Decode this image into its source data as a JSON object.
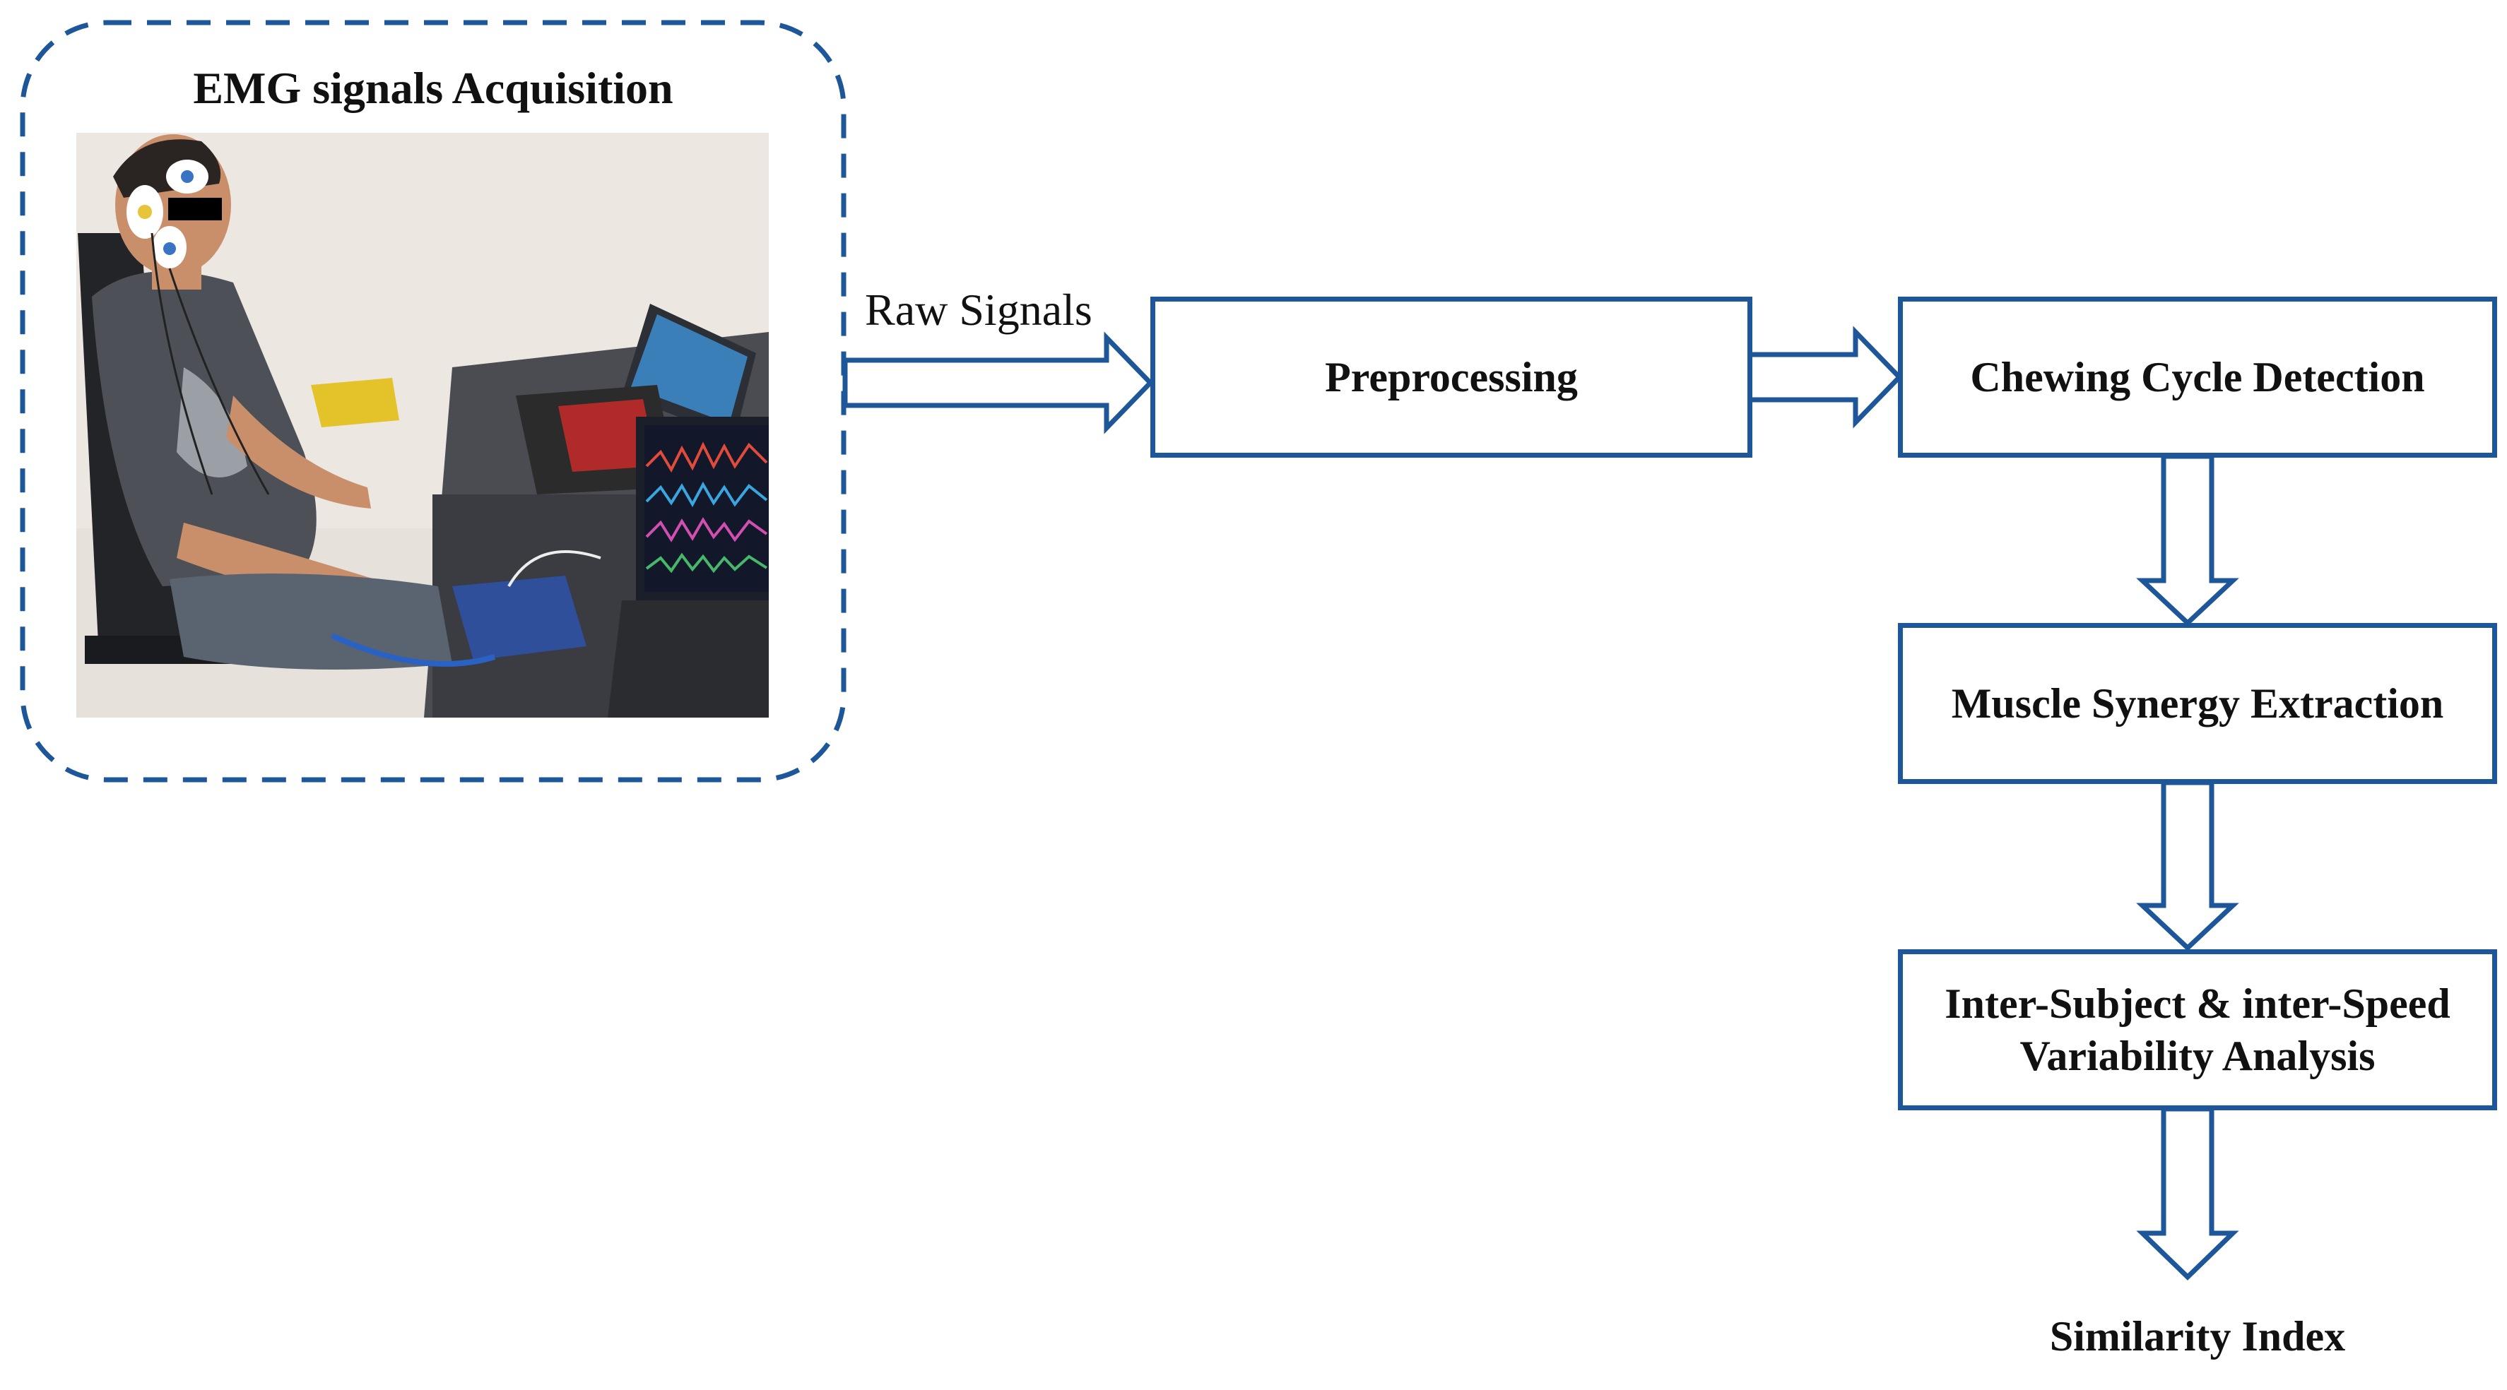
{
  "acquisition": {
    "title": "EMG signals Acquisition"
  },
  "edge_label": "Raw Signals",
  "steps": {
    "preprocessing": "Preprocessing",
    "chewing_cycle_detection": "Chewing Cycle Detection",
    "muscle_synergy_extraction": "Muscle Synergy Extraction",
    "variability_line1": "Inter-Subject & inter-Speed",
    "variability_line2": "Variability Analysis"
  },
  "output": "Similarity Index",
  "colors": {
    "stroke": "#1e5799",
    "text": "#111111"
  }
}
